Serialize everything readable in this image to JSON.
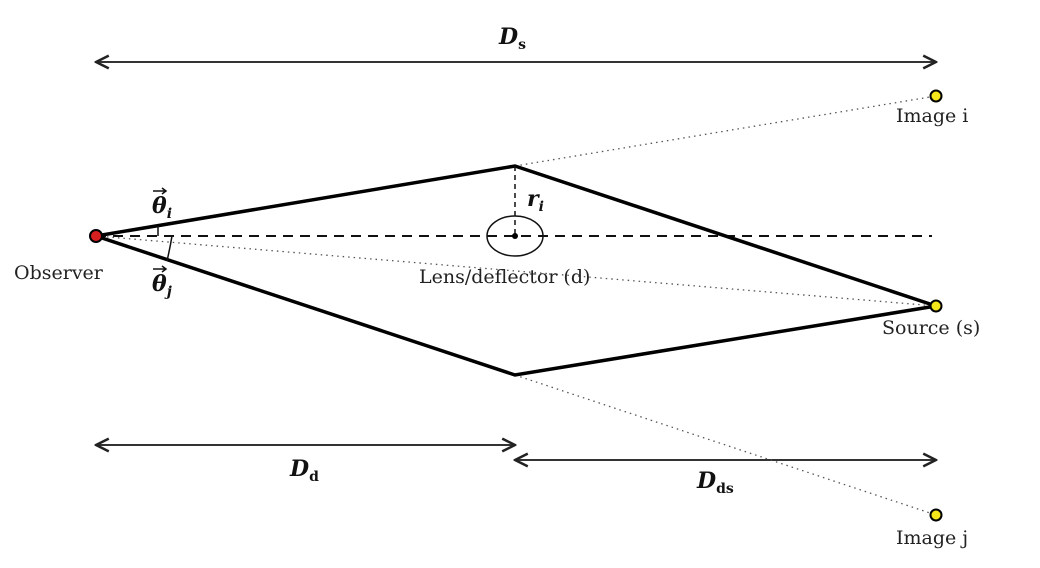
{
  "labels": {
    "observer": "Observer",
    "lens": "Lens/deflector (d)",
    "source": "Source (s)",
    "image_i": "Image i",
    "image_j": "Image j"
  },
  "math": {
    "D_s": {
      "main": "D",
      "sub": "s"
    },
    "D_d": {
      "main": "D",
      "sub": "d"
    },
    "D_ds": {
      "main": "D",
      "sub": "ds"
    },
    "theta_i": {
      "main": "θ",
      "sub": "i"
    },
    "theta_j": {
      "main": "θ",
      "sub": "j"
    },
    "r_i": {
      "main": "r",
      "sub": "i"
    }
  },
  "colors": {
    "observer": "#d62020",
    "source": "#f5e51b",
    "image": "#f5e51b",
    "line": "#000000"
  }
}
